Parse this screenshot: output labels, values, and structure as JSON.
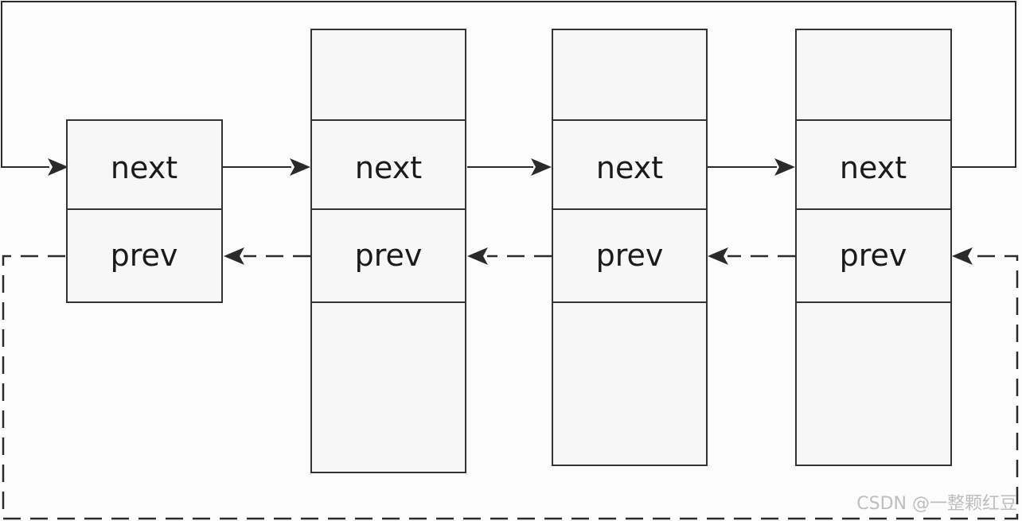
{
  "diagram": {
    "nodes": [
      {
        "next_label": "next",
        "prev_label": "prev"
      },
      {
        "next_label": "next",
        "prev_label": "prev"
      },
      {
        "next_label": "next",
        "prev_label": "prev"
      },
      {
        "next_label": "next",
        "prev_label": "prev"
      }
    ]
  },
  "watermark": "CSDN @一整颗红豆"
}
